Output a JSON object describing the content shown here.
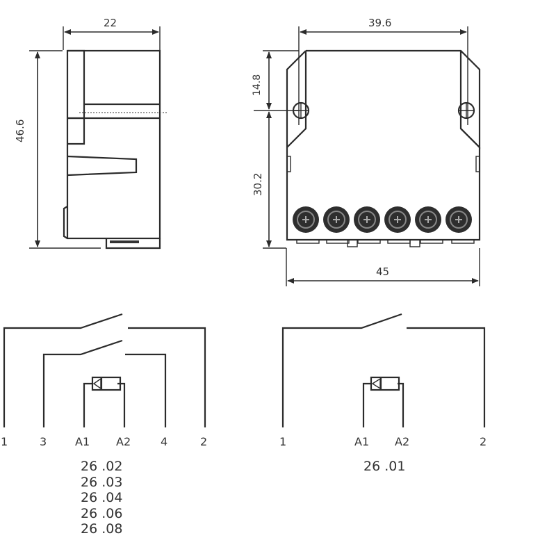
{
  "side_view": {
    "width_dim": "22",
    "height_dim": "46.6"
  },
  "front_view": {
    "top_width_dim": "39.6",
    "upper_height_dim": "14.8",
    "lower_height_dim": "30.2",
    "bottom_width_dim": "45",
    "terminal_count": 6
  },
  "schematic_two_pole": {
    "terminals": [
      "1",
      "3",
      "A1",
      "A2",
      "4",
      "2"
    ],
    "models": [
      "26 .02",
      "26 .03",
      "26 .04",
      "26 .06",
      "26 .08"
    ]
  },
  "schematic_single_pole": {
    "terminals": [
      "1",
      "A1",
      "A2",
      "2"
    ],
    "models": [
      "26 .01"
    ]
  },
  "colors": {
    "line": "#2b2b2b",
    "text": "#444444",
    "background": "#ffffff"
  }
}
